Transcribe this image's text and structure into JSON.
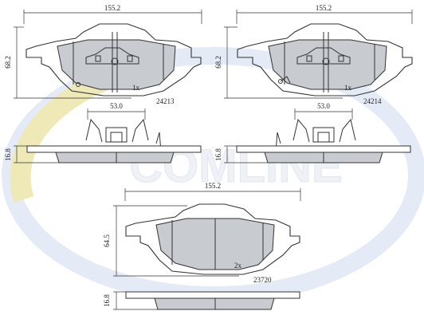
{
  "watermark": {
    "text": "COMLINE",
    "brand_color": "#e8e2a8",
    "ring_color": "#dbe4f2"
  },
  "diagram": {
    "top_left": {
      "width_dim": "155.2",
      "height_dim": "68.2",
      "qty": "1x",
      "part_no": "24213",
      "clip_dim": "53.0",
      "thickness_dim": "16.8"
    },
    "top_right": {
      "width_dim": "155.2",
      "height_dim": "68.2",
      "qty": "1x",
      "part_no": "24214",
      "clip_dim": "53.0",
      "thickness_dim": "16.8"
    },
    "bottom": {
      "width_dim": "155.2",
      "height_dim": "64.5",
      "qty": "2x",
      "part_no": "23720",
      "thickness_dim": "16.8"
    }
  }
}
